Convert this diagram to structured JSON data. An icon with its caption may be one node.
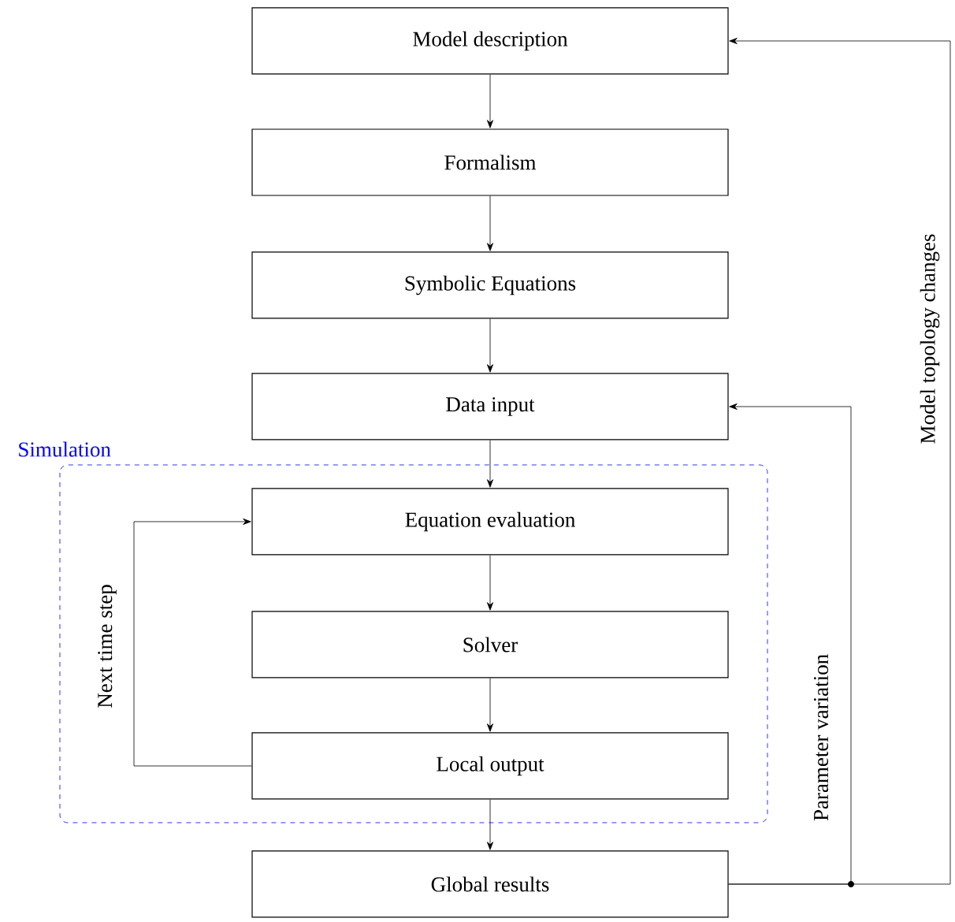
{
  "diagram": {
    "nodes": [
      {
        "text": [
          "Model description"
        ]
      },
      {
        "text": [
          "Formalism"
        ]
      },
      {
        "text": [
          "Symbolic Equations"
        ]
      },
      {
        "text": [
          "Data input"
        ]
      },
      {
        "text": [
          "Simulation"
        ]
      },
      {
        "text": [
          "Equation evaluation"
        ],
        "in": 4
      },
      {
        "text": [
          "Solver"
        ],
        "in": 4
      },
      {
        "text": [
          "Local output"
        ],
        "in": 4
      },
      {
        "text": [
          "Global results"
        ]
      }
    ],
    "edges": [
      {
        "from": 0,
        "to": 1,
        "arrow": "to"
      },
      {
        "from": 1,
        "to": 2,
        "arrow": "to"
      },
      {
        "from": 2,
        "to": 3,
        "arrow": "to"
      },
      {
        "from": 3,
        "to": 5,
        "arrow": "to"
      },
      {
        "from": 5,
        "to": 6,
        "arrow": "to"
      },
      {
        "from": 6,
        "to": 7,
        "arrow": "to"
      },
      {
        "from": 7,
        "to": 8,
        "arrow": "to"
      },
      {
        "from": 7,
        "to": 5,
        "arrow": "to",
        "label": "Next time step"
      },
      {
        "from": 8,
        "to": 3,
        "arrow": "to",
        "label": "Parameter variation"
      },
      {
        "from": 8,
        "to": 0,
        "arrow": "to",
        "label": "Model topology changes"
      }
    ]
  }
}
